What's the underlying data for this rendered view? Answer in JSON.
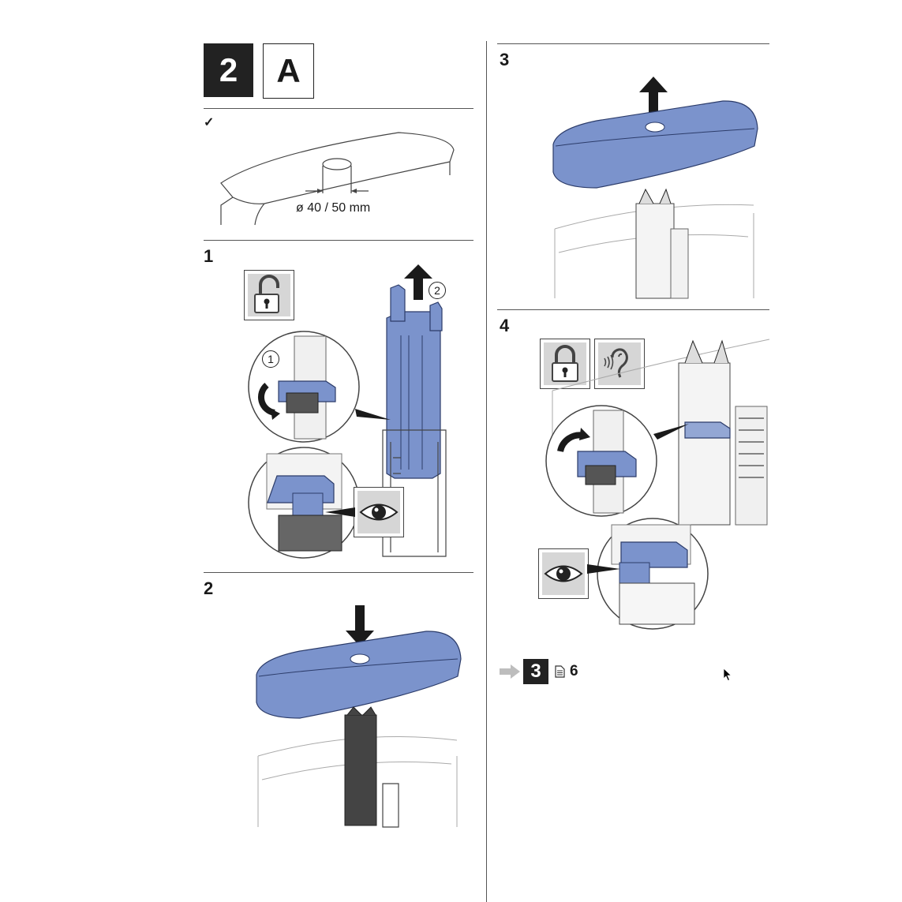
{
  "header": {
    "section_number": "2",
    "variant_letter": "A"
  },
  "requirement": {
    "check_mark": "✓",
    "dimension_label": "ø 40 / 50 mm"
  },
  "steps": [
    {
      "number": "1",
      "callouts": [
        "1",
        "2"
      ],
      "icons": [
        "unlock-icon",
        "eye-icon"
      ]
    },
    {
      "number": "2",
      "icons": [
        "down-arrow-icon"
      ]
    },
    {
      "number": "3",
      "icons": [
        "up-arrow-icon"
      ]
    },
    {
      "number": "4",
      "icons": [
        "lock-icon",
        "ear-icon",
        "eye-icon"
      ]
    }
  ],
  "next_ref": {
    "section": "3",
    "page": "6"
  },
  "colors": {
    "accent_blue": "#7b93cc",
    "dark_box": "#222222",
    "rule": "#555555"
  }
}
